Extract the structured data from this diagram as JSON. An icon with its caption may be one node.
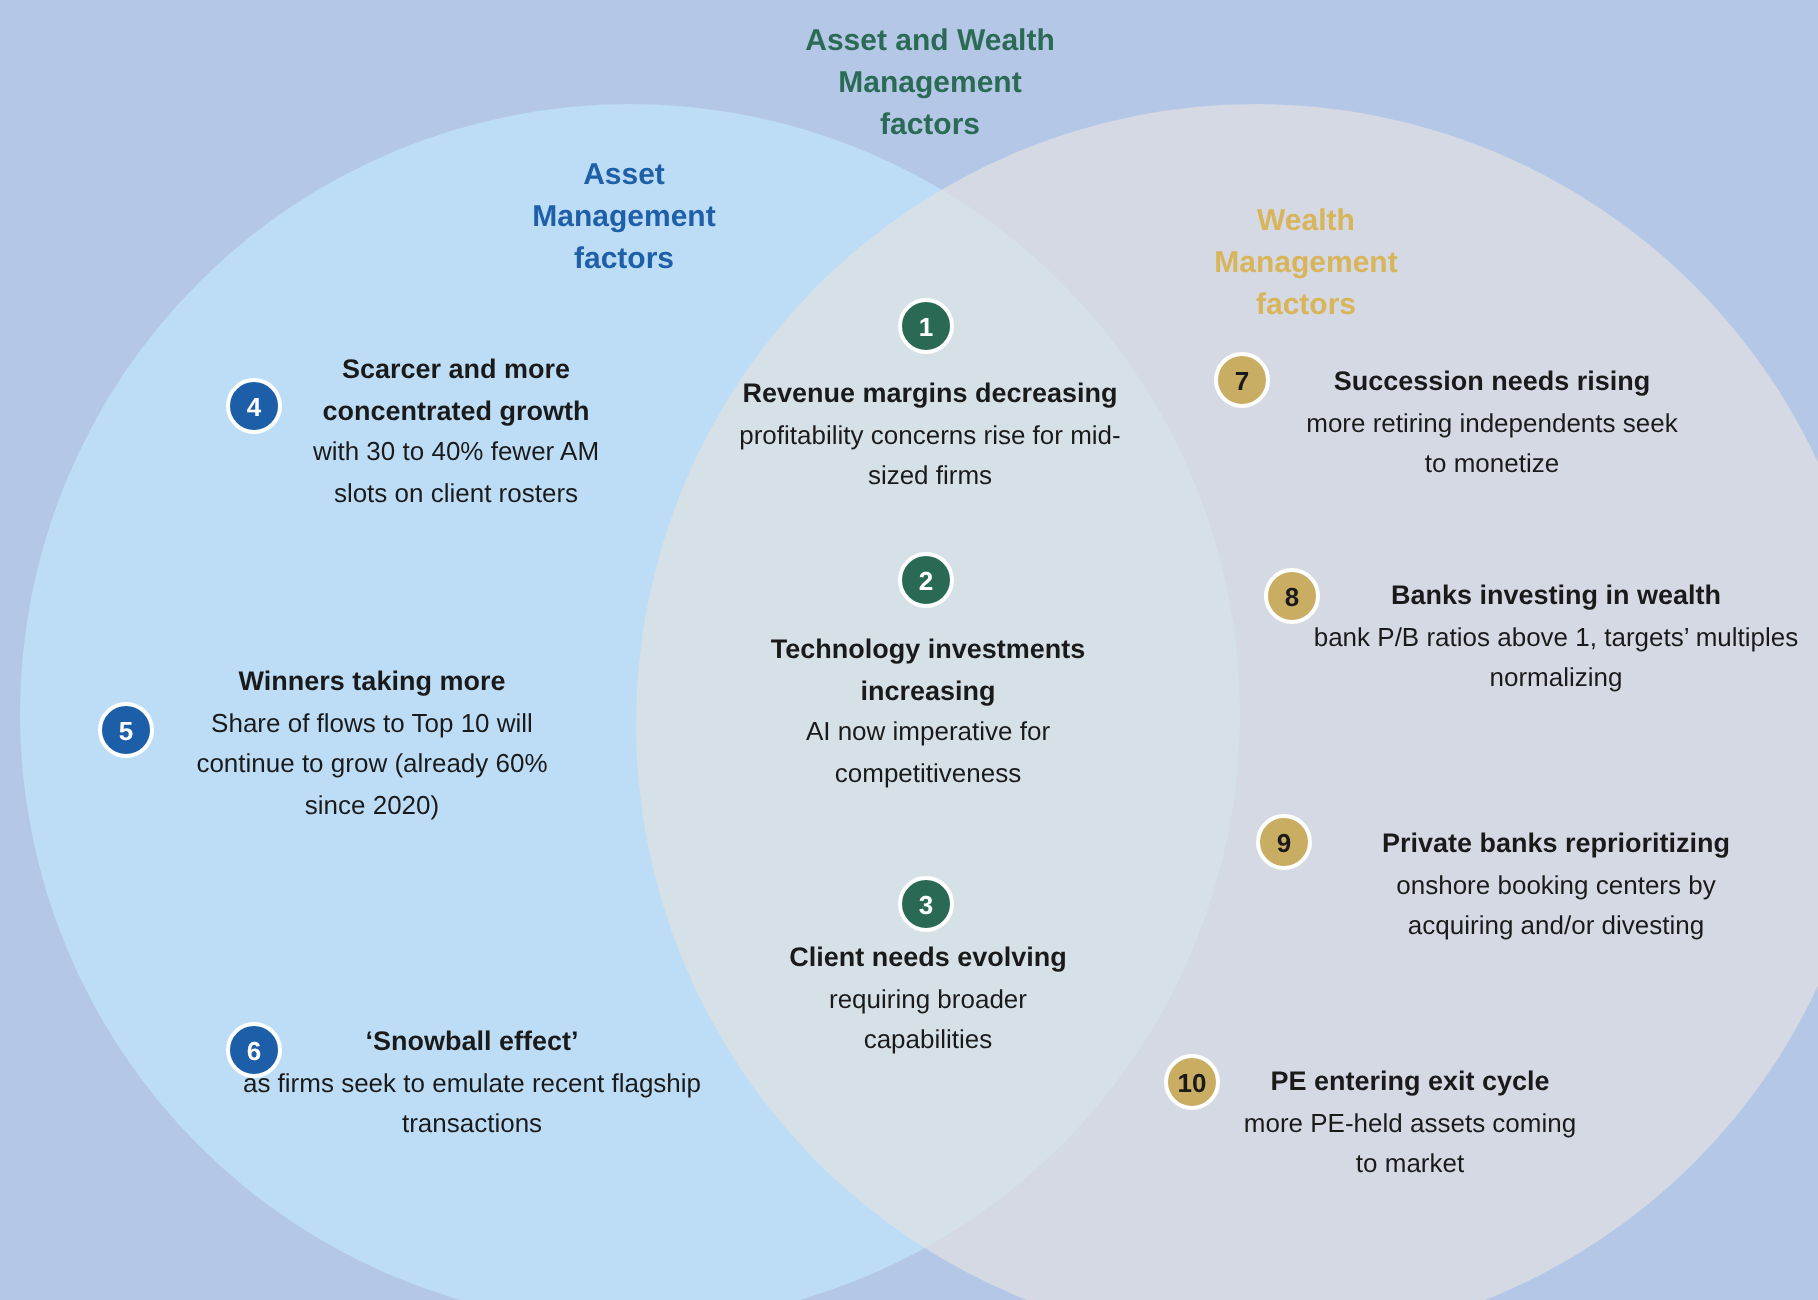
{
  "diagram": {
    "nodes": [
      {
        "text": [
          "Asset Management factors"
        ]
      },
      {
        "text": [
          "Wealth Management factors"
        ]
      },
      {
        "text": [
          "1"
        ],
        "beside": [
          "Revenue margins decreasing",
          "profitability concerns rise for mid-sized firms"
        ]
      },
      {
        "text": [
          "2"
        ],
        "beside": [
          "Technology investments increasing",
          "AI now imperative for competitiveness"
        ]
      },
      {
        "text": [
          "3"
        ],
        "beside": [
          "Client needs evolving",
          "requiring broader capabilities"
        ]
      },
      {
        "text": [
          "4"
        ],
        "in": 0,
        "beside": [
          "Scarcer and more concentrated growth",
          "with 30 to 40% fewer AM slots on client rosters"
        ]
      },
      {
        "text": [
          "5"
        ],
        "in": 0,
        "beside": [
          "Winners taking more",
          "Share of flows to Top 10 will continue to grow (already 60% since 2020)"
        ]
      },
      {
        "text": [
          "6"
        ],
        "in": 0,
        "beside": [
          "‘Snowball effect’",
          "as firms seek to emulate recent flagship transactions"
        ]
      },
      {
        "text": [
          "7"
        ],
        "in": 1,
        "beside": [
          "Succession needs rising",
          "more retiring independents seek to monetize"
        ]
      },
      {
        "text": [
          "8"
        ],
        "in": 1,
        "beside": [
          "Banks investing in wealth",
          "bank P/B ratios above 1, targets’ multiples normalizing"
        ]
      },
      {
        "text": [
          "9"
        ],
        "in": 1,
        "beside": [
          "Private banks reprioritizing",
          "onshore booking centers by acquiring and/or divesting"
        ]
      },
      {
        "text": [
          "10"
        ],
        "beside": [
          "PE entering exit cycle",
          "more PE-held assets coming to market"
        ]
      }
    ],
    "labels": [
      "Asset and Wealth Management factors"
    ]
  }
}
